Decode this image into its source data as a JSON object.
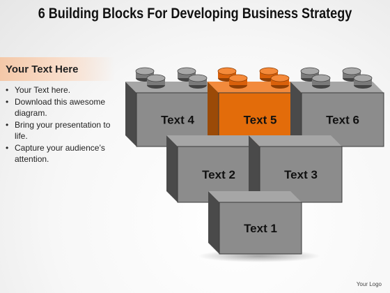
{
  "slide": {
    "title": "6 Building Blocks For Developing Business Strategy",
    "footer": "Your Logo"
  },
  "sidebar": {
    "heading": "Your Text Here",
    "bullets": [
      "Your Text here.",
      "Download this awesome diagram.",
      "Bring your presentation to life.",
      "Capture your audience’s attention."
    ]
  },
  "diagram": {
    "blocks": [
      {
        "label": "Text 1",
        "highlight": false
      },
      {
        "label": "Text 2",
        "highlight": false
      },
      {
        "label": "Text 3",
        "highlight": false
      },
      {
        "label": "Text 4",
        "highlight": false
      },
      {
        "label": "Text 5",
        "highlight": true
      },
      {
        "label": "Text 6",
        "highlight": false
      }
    ],
    "colors": {
      "block_face": "#8c8c8c",
      "block_top": "#a6a6a6",
      "block_side": "#4a4a4a",
      "highlight_face": "#e36c0a",
      "highlight_top": "#f28a3c",
      "highlight_side": "#9b4a07",
      "panel_accent": "#f4c8a8"
    }
  }
}
